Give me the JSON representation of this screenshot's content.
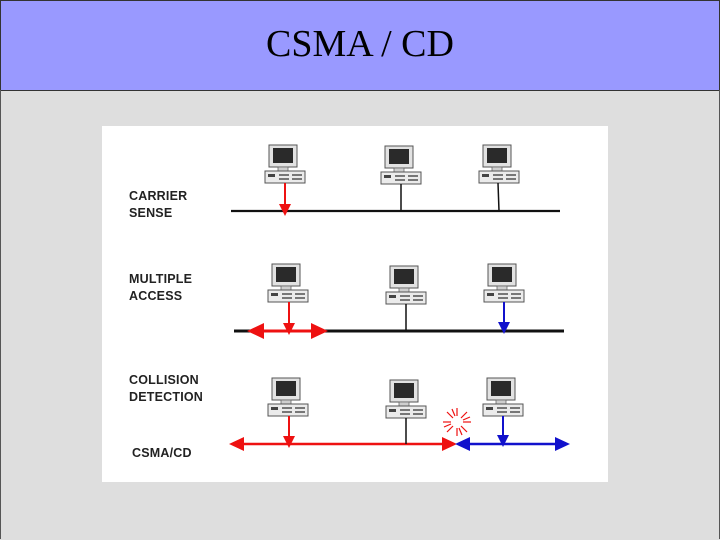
{
  "slide": {
    "title": "CSMA / CD",
    "colors": {
      "header": "#9999ff",
      "background": "#dedede",
      "signal_red": "#ee1111",
      "signal_blue": "#1111cc"
    }
  },
  "diagram": {
    "rows": [
      {
        "id": "carrier-sense",
        "label_lines": [
          "CARRIER",
          "SENSE"
        ]
      },
      {
        "id": "multiple-access",
        "label_lines": [
          "MULTIPLE",
          "ACCESS"
        ]
      },
      {
        "id": "collision-detection",
        "label_lines": [
          "COLLISION",
          "DETECTION"
        ]
      },
      {
        "id": "csma-cd",
        "label_lines": [
          "CSMA/CD"
        ]
      }
    ],
    "icons": [
      "computer-icon",
      "collision-burst-icon"
    ]
  }
}
